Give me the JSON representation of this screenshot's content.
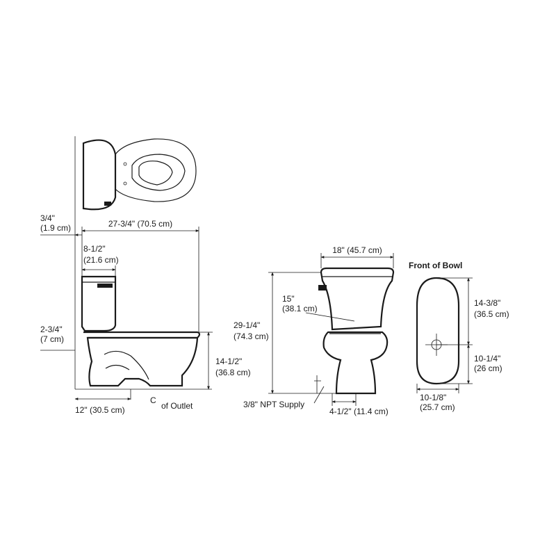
{
  "title": "Front of Bowl",
  "dimensions": {
    "wall_offset": [
      "3/4\"",
      "(1.9 cm)"
    ],
    "overall_depth": "27-3/4\" (70.5 cm)",
    "tank_depth": [
      "8-1/2\"",
      "(21.6 cm)"
    ],
    "supply_height": [
      "2-3/4\"",
      "(7 cm)"
    ],
    "rough_in": "12\" (30.5 cm)",
    "outlet_label": "of Outlet",
    "centerline_symbol": "C",
    "rim_height": [
      "14-1/2\"",
      "(36.8 cm)"
    ],
    "overall_height": [
      "29-1/4\"",
      "(74.3 cm)"
    ],
    "tank_width": "18\" (45.7 cm)",
    "tank_height": [
      "15\"",
      "(38.1 cm)"
    ],
    "supply": "3/8\" NPT Supply",
    "base_width": "4-1/2\" (11.4 cm)",
    "bowl_length": [
      "14-3/8\"",
      "(36.5 cm)"
    ],
    "bowl_rear": [
      "10-1/4\"",
      "(26 cm)"
    ],
    "bowl_width": [
      "10-1/8\"",
      "(25.7 cm)"
    ]
  }
}
